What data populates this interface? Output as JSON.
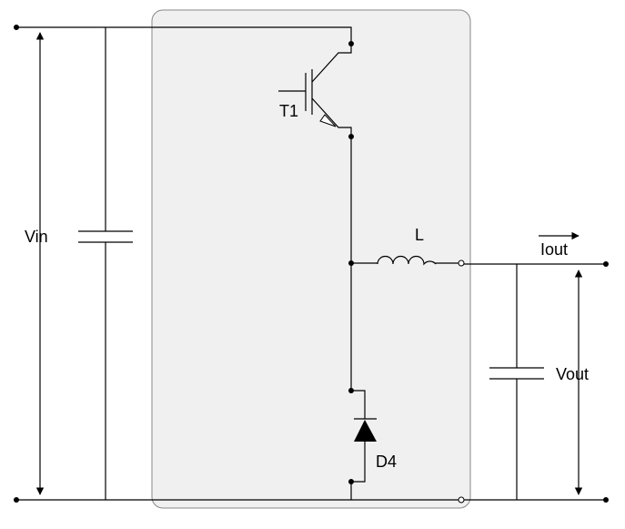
{
  "labels": {
    "vin": "Vin",
    "vout": "Vout",
    "iout": "Iout",
    "transistor": "T1",
    "inductor": "L",
    "diode": "D4"
  },
  "colors": {
    "box_fill": "#f0f0f0",
    "box_stroke": "#888888",
    "wire": "#000000"
  }
}
